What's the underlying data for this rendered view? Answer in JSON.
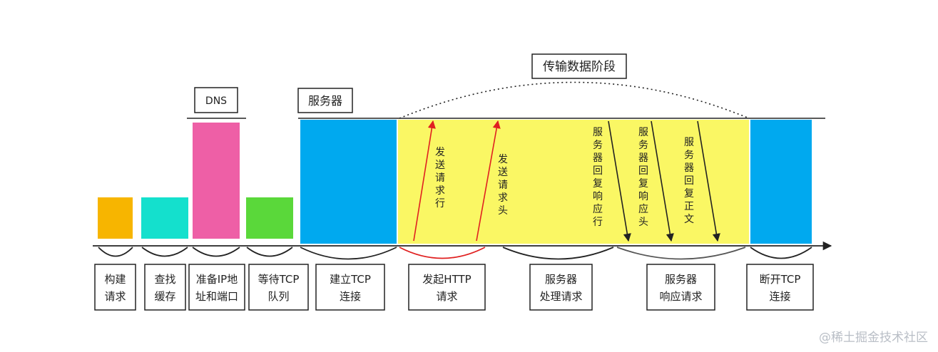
{
  "title": "传输数据阶段",
  "colors": {
    "orange": "#f7b500",
    "cyan": "#14e0cd",
    "pink": "#ee5fa6",
    "green": "#5ad83a",
    "blue": "#00a9ef",
    "yellow": "#faf764",
    "red": "#e02020"
  },
  "headers": {
    "dns": "DNS",
    "server": "服务器"
  },
  "annotations": [
    "发送请求行",
    "发送请求头",
    "服务器回复响应行",
    "服务器回复响应头",
    "服务器回复正文"
  ],
  "phases": [
    {
      "line1": "构建",
      "line2": "请求"
    },
    {
      "line1": "查找",
      "line2": "缓存"
    },
    {
      "line1": "准备IP地",
      "line2": "址和端口"
    },
    {
      "line1": "等待TCP",
      "line2": "队列"
    },
    {
      "line1": "建立TCP",
      "line2": "连接"
    },
    {
      "line1": "发起HTTP",
      "line2": "请求"
    },
    {
      "line1": "服务器",
      "line2": "处理请求"
    },
    {
      "line1": "服务器",
      "line2": "响应请求"
    },
    {
      "line1": "断开TCP",
      "line2": "连接"
    }
  ],
  "watermark": "@稀土掘金技术社区"
}
